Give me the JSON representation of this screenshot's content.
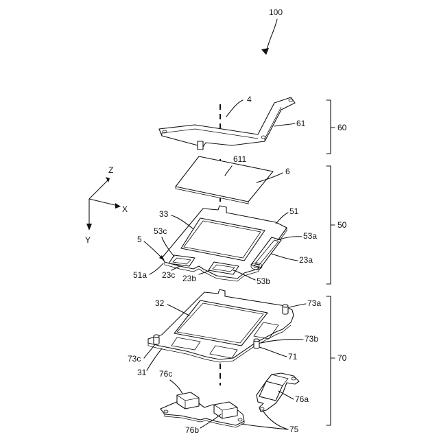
{
  "labels": {
    "assembly": "100",
    "axis_z": "Z",
    "axis_x": "X",
    "axis_y": "Y",
    "l4": "4",
    "l61": "61",
    "l60": "60",
    "l611": "611",
    "l6": "6",
    "l51": "51",
    "l33": "33",
    "l53c": "53c",
    "l5": "5",
    "l53a": "53a",
    "l50": "50",
    "l23a": "23a",
    "l51a": "51a",
    "l23c": "23c",
    "l23b": "23b",
    "l53b": "53b",
    "l32": "32",
    "l73a": "73a",
    "l73b": "73b",
    "l73c": "73c",
    "l71": "71",
    "l70": "70",
    "l31": "31",
    "l76c": "76c",
    "l76a": "76a",
    "l76b": "76b",
    "l75": "75"
  }
}
